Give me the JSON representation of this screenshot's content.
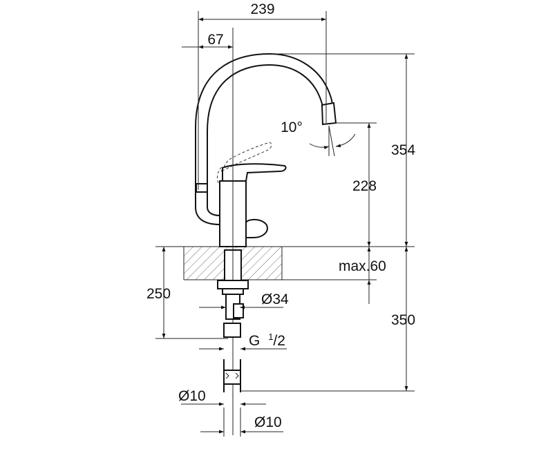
{
  "dimensions": {
    "total_reach": "239",
    "offset": "67",
    "angle": "10°",
    "total_height": "354",
    "spout_height": "228",
    "max_thickness": "max.60",
    "below_height": "250",
    "hose_length": "350",
    "shank_diameter": "Ø34",
    "thread_label": "G",
    "thread_num": "1",
    "thread_den": "/2",
    "pipe1_diameter": "Ø10",
    "pipe2_diameter": "Ø10"
  }
}
